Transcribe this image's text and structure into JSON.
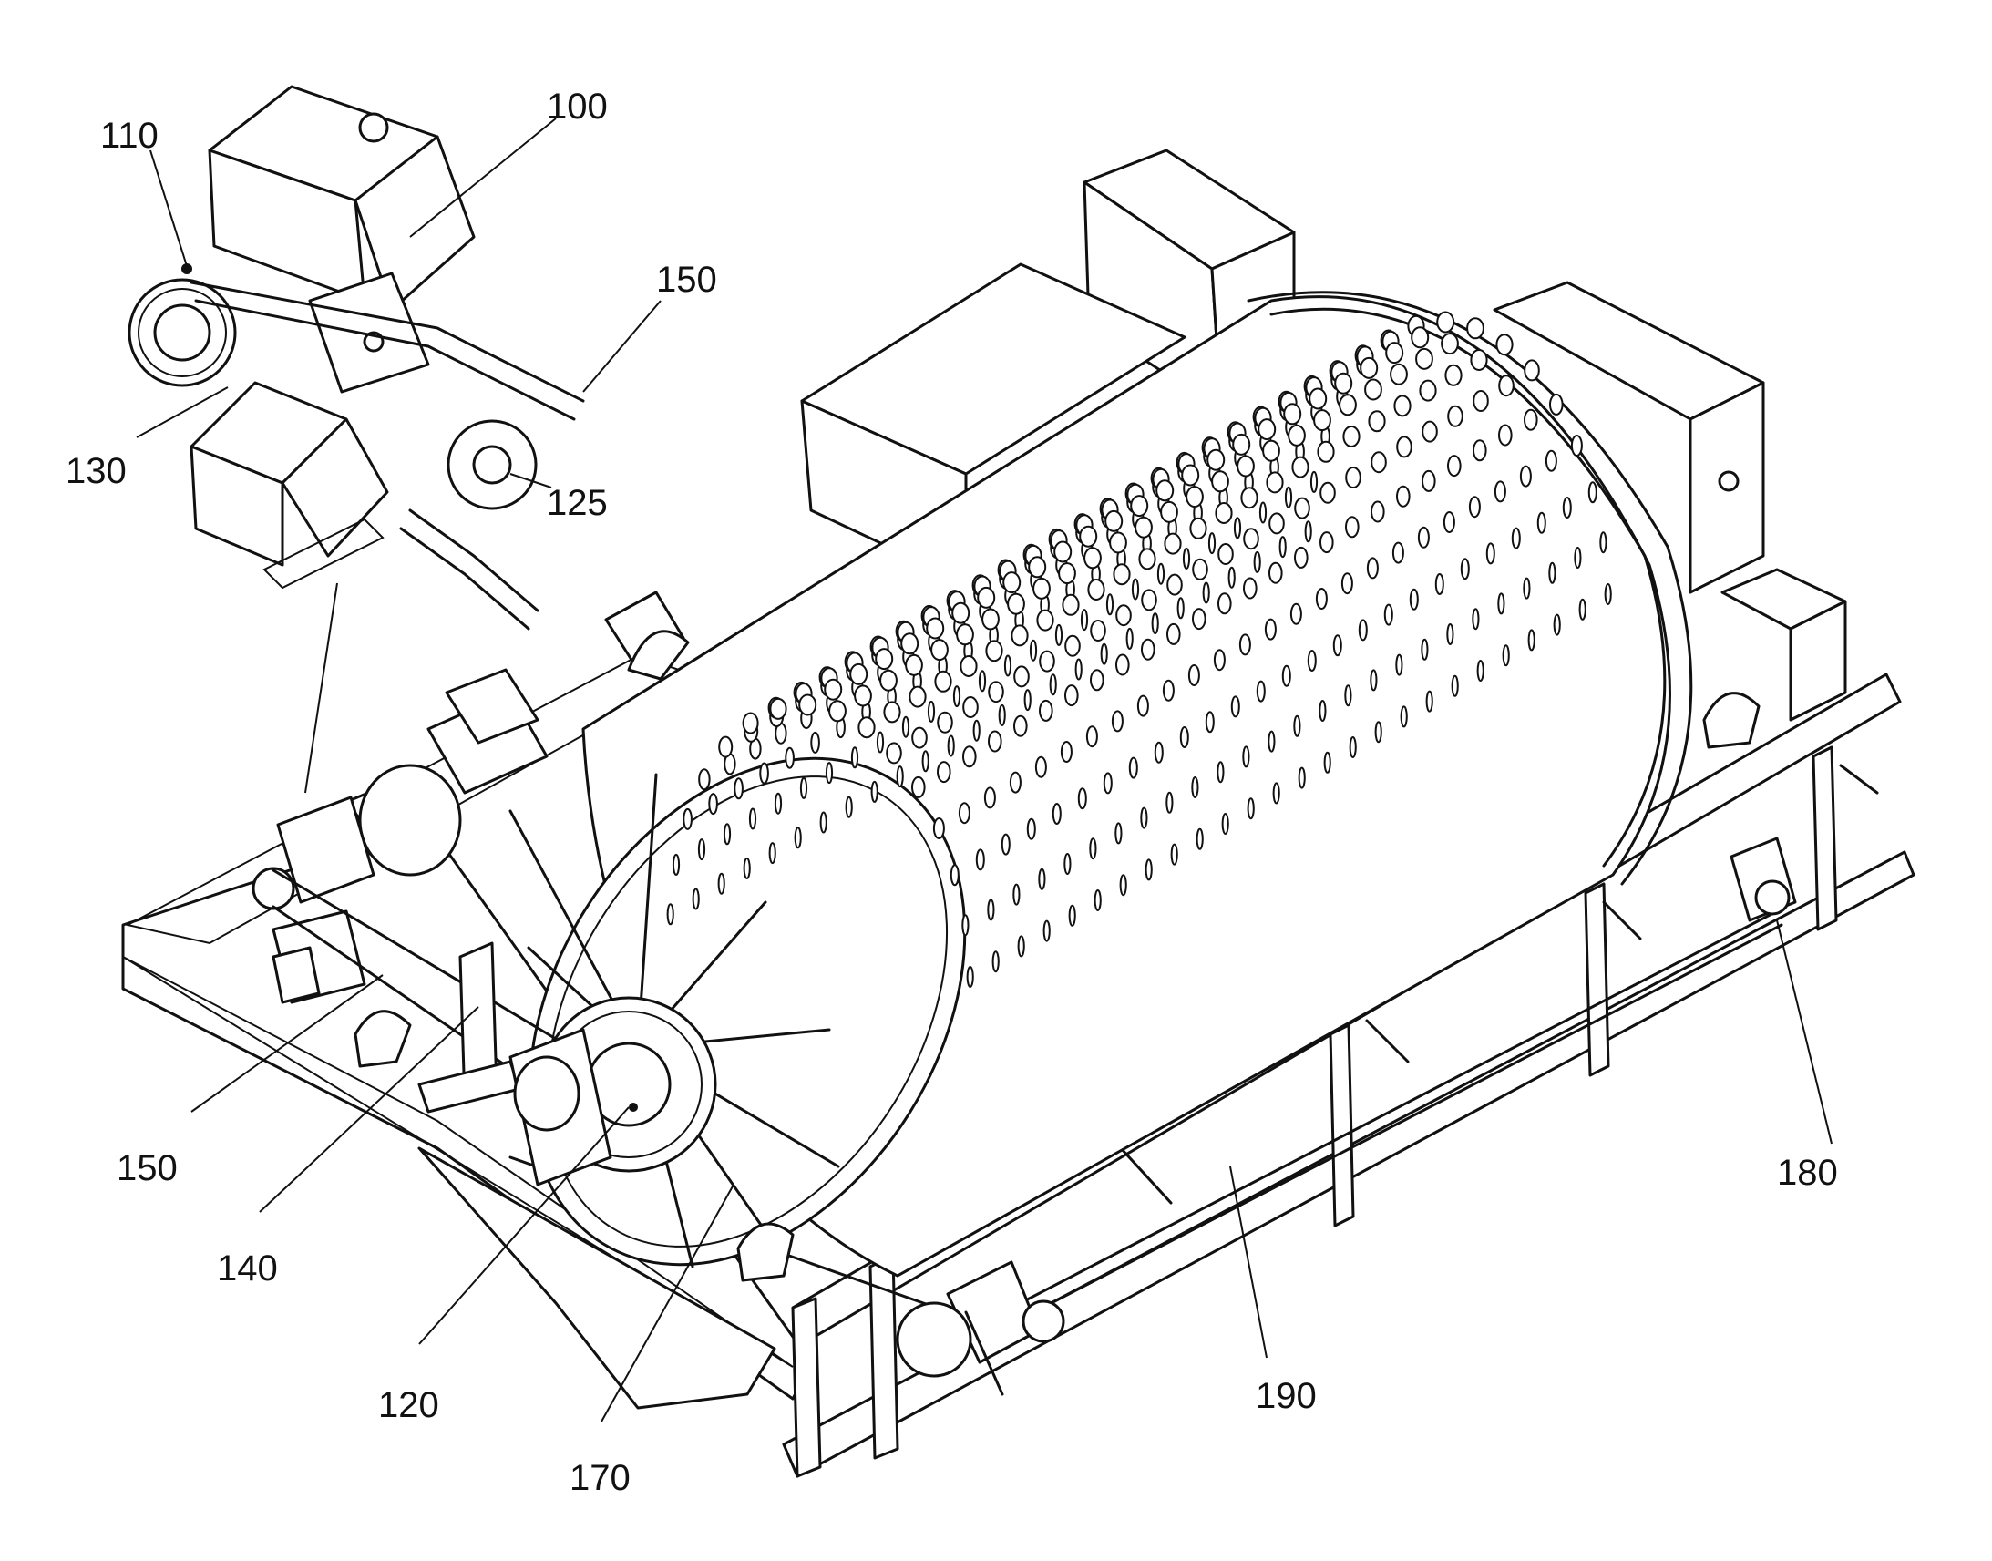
{
  "labels": {
    "ref_100": "100",
    "ref_110": "110",
    "ref_150_top": "150",
    "ref_130": "130",
    "ref_125": "125",
    "ref_150_bottom": "150",
    "ref_140": "140",
    "ref_120": "120",
    "ref_170": "170",
    "ref_180": "180",
    "ref_190": "190"
  },
  "colors": {
    "line": "#111111",
    "background": "#ffffff"
  }
}
